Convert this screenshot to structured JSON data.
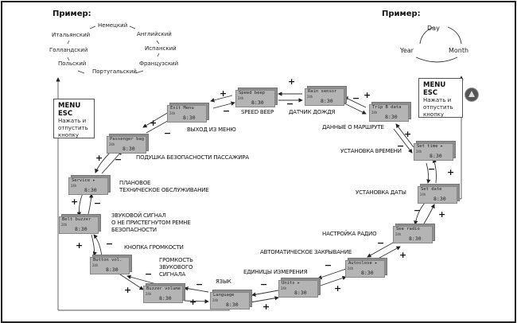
{
  "left_example": {
    "heading": "Пример:",
    "languages": [
      "Немецкий",
      "Английский",
      "Испанский",
      "Французский",
      "Португальский",
      "Польский",
      "Голландский",
      "Итальянский"
    ]
  },
  "right_example": {
    "heading": "Пример:",
    "cycle": [
      "Day",
      "Month",
      "Year"
    ]
  },
  "menu_esc_left": {
    "title": "MENU ESC",
    "lines": [
      "Нажать и",
      "отпустить",
      "кнопку"
    ]
  },
  "menu_esc_right": {
    "title": "MENU ESC",
    "lines": [
      "Нажать и",
      "отпустить",
      "кнопку"
    ]
  },
  "logo_icon": "brand-emblem-icon",
  "screens": [
    {
      "name": "Exit Menu",
      "sub": "24h",
      "time": "8:30",
      "label": "ВЫХОД ИЗ МЕНЮ"
    },
    {
      "name": "Speed beep",
      "sub": "24h",
      "time": "8:30",
      "label": "SPEED BEEP"
    },
    {
      "name": "Rain sensor",
      "sub": "24h",
      "time": "8:30",
      "label": "ДАТЧИК ДОЖДЯ"
    },
    {
      "name": "Trip B data",
      "sub": "24h",
      "time": "8:30",
      "label": "ДАННЫЕ О МАРШРУТЕ"
    },
    {
      "name": "Set time ▸",
      "sub": "24h",
      "time": "8:30",
      "label": "УСТАНОВКА ВРЕМЕНИ"
    },
    {
      "name": "Set date",
      "sub": "24h",
      "time": "8:30",
      "label": "УСТАНОВКА ДАТЫ"
    },
    {
      "name": "See radio",
      "sub": "24h",
      "time": "8:30",
      "label": "НАСТРОЙКА РАДИО"
    },
    {
      "name": "Autoclose ▸",
      "sub": "24h",
      "time": "8:30",
      "label": "АВТОМАТИЧЕСКОЕ ЗАКРЫВАНИЕ"
    },
    {
      "name": "Units ▸",
      "sub": "24h",
      "time": "8:30",
      "label": "ЕДИНИЦЫ ИЗМЕРЕНИЯ"
    },
    {
      "name": "Language",
      "sub": "24h",
      "time": "8:30",
      "label": "ЯЗЫК"
    },
    {
      "name": "Buzzer volume",
      "sub": "24h",
      "time": "8:30",
      "label_lines": [
        "ГРОМКОСТЬ",
        "ЗВУКОВОГО",
        "СИГНАЛА"
      ]
    },
    {
      "name": "Button vol.",
      "sub": "24h",
      "time": "8:30",
      "label": "КНОПКА ГРОМКОСТИ"
    },
    {
      "name": "Belt buzzer",
      "sub": "24h",
      "time": "8:30",
      "label_lines": [
        "ЗВУКОВОЙ СИГНАЛ",
        "О НЕ ПРИСТЕГНУТОМ РЕМНЕ",
        "БЕЗОПАСНОСТИ"
      ]
    },
    {
      "name": "Service ▸",
      "sub": "24h",
      "time": "8:30",
      "label_lines": [
        "ПЛАНОВОЕ",
        "ТЕХНИЧЕСКОЕ ОБСЛУЖИВАНИЕ"
      ]
    },
    {
      "name": "Passenger bag",
      "sub": "24h",
      "time": "8:30",
      "label": "ПОДУШКА БЕЗОПАСНОСТИ ПАССАЖИРА"
    }
  ],
  "signs": {
    "plus": "+",
    "minus": "−"
  }
}
